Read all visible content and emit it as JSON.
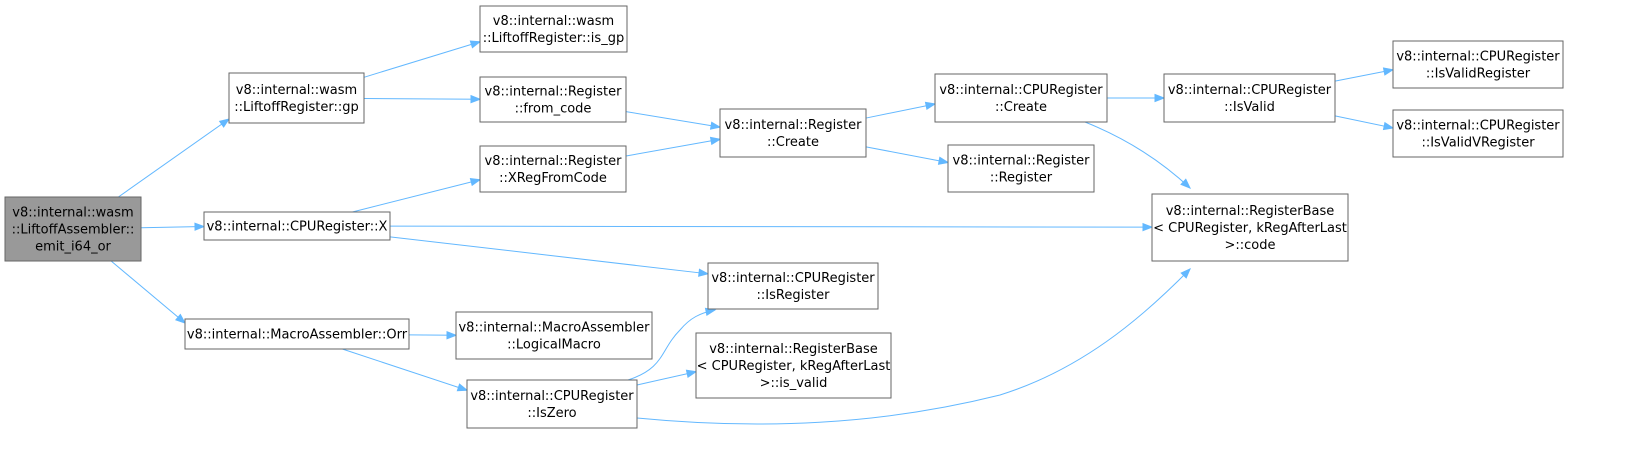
{
  "nodes": [
    {
      "id": "n0",
      "name": "node-emit-i64-or",
      "lines": [
        "v8::internal::wasm",
        "::LiftoffAssembler::",
        "emit_i64_or"
      ],
      "root": true
    },
    {
      "id": "n1",
      "name": "node-liftoffregister-gp",
      "lines": [
        "v8::internal::wasm",
        "::LiftoffRegister::gp"
      ]
    },
    {
      "id": "n2",
      "name": "node-liftoffregister-is-gp",
      "lines": [
        "v8::internal::wasm",
        "::LiftoffRegister::is_gp"
      ]
    },
    {
      "id": "n3",
      "name": "node-register-from-code",
      "lines": [
        "v8::internal::Register",
        "::from_code"
      ]
    },
    {
      "id": "n4",
      "name": "node-register-create",
      "lines": [
        "v8::internal::Register",
        "::Create"
      ]
    },
    {
      "id": "n5",
      "name": "node-cpuregister-create",
      "lines": [
        "v8::internal::CPURegister",
        "::Create"
      ]
    },
    {
      "id": "n6",
      "name": "node-cpuregister-isvalid",
      "lines": [
        "v8::internal::CPURegister",
        "::IsValid"
      ]
    },
    {
      "id": "n7",
      "name": "node-cpuregister-isvalidregister",
      "lines": [
        "v8::internal::CPURegister",
        "::IsValidRegister"
      ]
    },
    {
      "id": "n8",
      "name": "node-cpuregister-isvalidvregister",
      "lines": [
        "v8::internal::CPURegister",
        "::IsValidVRegister"
      ]
    },
    {
      "id": "n9",
      "name": "node-registerbase-code",
      "lines": [
        "v8::internal::RegisterBase",
        "< CPURegister, kRegAfterLast",
        ">::code"
      ]
    },
    {
      "id": "n10",
      "name": "node-register-register",
      "lines": [
        "v8::internal::Register",
        "::Register"
      ]
    },
    {
      "id": "n11",
      "name": "node-register-xregfromcode",
      "lines": [
        "v8::internal::Register",
        "::XRegFromCode"
      ]
    },
    {
      "id": "n12",
      "name": "node-cpuregister-x",
      "lines": [
        "v8::internal::CPURegister::X"
      ]
    },
    {
      "id": "n13",
      "name": "node-cpuregister-isregister",
      "lines": [
        "v8::internal::CPURegister",
        "::IsRegister"
      ]
    },
    {
      "id": "n14",
      "name": "node-macroassembler-orr",
      "lines": [
        "v8::internal::MacroAssembler::Orr"
      ]
    },
    {
      "id": "n15",
      "name": "node-macroassembler-logicalmacro",
      "lines": [
        "v8::internal::MacroAssembler",
        "::LogicalMacro"
      ]
    },
    {
      "id": "n16",
      "name": "node-cpuregister-iszero",
      "lines": [
        "v8::internal::CPURegister",
        "::IsZero"
      ]
    },
    {
      "id": "n17",
      "name": "node-registerbase-is-valid",
      "lines": [
        "v8::internal::RegisterBase",
        "< CPURegister, kRegAfterLast",
        ">::is_valid"
      ]
    }
  ],
  "edges": [
    {
      "from": "n0",
      "to": "n1"
    },
    {
      "from": "n0",
      "to": "n12"
    },
    {
      "from": "n0",
      "to": "n14"
    },
    {
      "from": "n1",
      "to": "n2"
    },
    {
      "from": "n1",
      "to": "n3"
    },
    {
      "from": "n3",
      "to": "n4"
    },
    {
      "from": "n4",
      "to": "n5"
    },
    {
      "from": "n4",
      "to": "n10"
    },
    {
      "from": "n5",
      "to": "n6"
    },
    {
      "from": "n5",
      "to": "n9"
    },
    {
      "from": "n6",
      "to": "n7"
    },
    {
      "from": "n6",
      "to": "n8"
    },
    {
      "from": "n11",
      "to": "n4"
    },
    {
      "from": "n12",
      "to": "n11"
    },
    {
      "from": "n12",
      "to": "n9"
    },
    {
      "from": "n12",
      "to": "n13"
    },
    {
      "from": "n14",
      "to": "n15"
    },
    {
      "from": "n14",
      "to": "n16"
    },
    {
      "from": "n16",
      "to": "n13"
    },
    {
      "from": "n16",
      "to": "n17"
    },
    {
      "from": "n16",
      "to": "n9"
    }
  ],
  "colors": {
    "edge": "#63b8ff",
    "node_border": "#666666",
    "root_fill": "#999999"
  }
}
